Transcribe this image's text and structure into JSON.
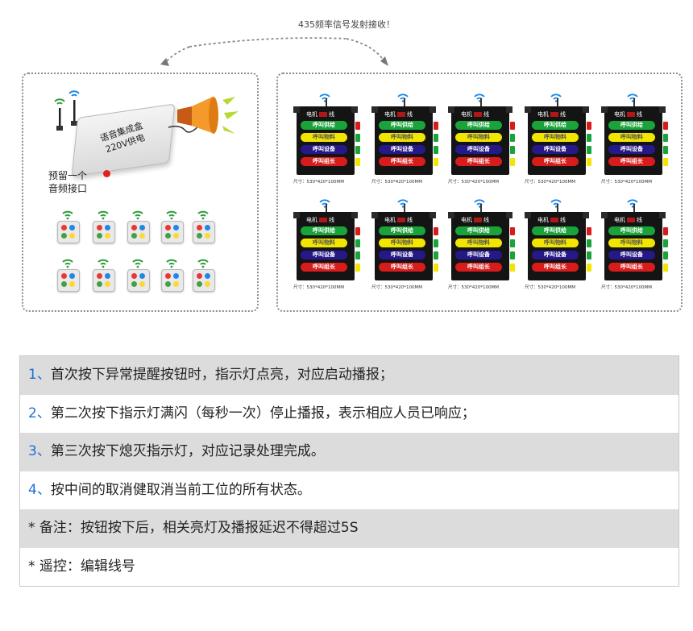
{
  "signal_label": "435频率信号发射接收！",
  "voice_box": {
    "line1": "语音集成盒",
    "line2": "220V供电"
  },
  "reserve_label": {
    "line1": "预留一个",
    "line2": "音频接口"
  },
  "wireless_buttons": {
    "count": 10,
    "dot_colors": [
      "#e53935",
      "#1e88e5",
      "#43a047",
      "#fdd835"
    ]
  },
  "boards": [
    {
      "header_left": "电机",
      "header_right": "线",
      "buttons": [
        "呼叫供给",
        "呼叫物料",
        "呼叫设备",
        "呼叫组长"
      ],
      "size": "尺寸：530*420*100MM"
    },
    {
      "header_left": "电机",
      "header_right": "线",
      "buttons": [
        "呼叫供给",
        "呼叫物料",
        "呼叫设备",
        "呼叫组长"
      ],
      "size": "尺寸：530*420*100MM"
    },
    {
      "header_left": "电机",
      "header_right": "线",
      "buttons": [
        "呼叫供给",
        "呼叫物料",
        "呼叫设备",
        "呼叫组长"
      ],
      "size": "尺寸：530*420*100MM"
    },
    {
      "header_left": "电机",
      "header_right": "线",
      "buttons": [
        "呼叫供给",
        "呼叫物料",
        "呼叫设备",
        "呼叫组长"
      ],
      "size": "尺寸：530*420*100MM"
    },
    {
      "header_left": "电机",
      "header_right": "线",
      "buttons": [
        "呼叫供给",
        "呼叫物料",
        "呼叫设备",
        "呼叫组长"
      ],
      "size": "尺寸：530*420*100MM"
    },
    {
      "header_left": "电机",
      "header_right": "线",
      "buttons": [
        "呼叫供给",
        "呼叫物料",
        "呼叫设备",
        "呼叫组长"
      ],
      "size": "尺寸：530*420*100MM"
    },
    {
      "header_left": "电机",
      "header_right": "线",
      "buttons": [
        "呼叫供给",
        "呼叫物料",
        "呼叫设备",
        "呼叫组长"
      ],
      "size": "尺寸：530*420*100MM"
    },
    {
      "header_left": "电机",
      "header_right": "线",
      "buttons": [
        "呼叫供给",
        "呼叫物料",
        "呼叫设备",
        "呼叫组长"
      ],
      "size": "尺寸：530*420*100MM"
    },
    {
      "header_left": "电机",
      "header_right": "线",
      "buttons": [
        "呼叫供给",
        "呼叫物料",
        "呼叫设备",
        "呼叫组长"
      ],
      "size": "尺寸：530*420*100MM"
    },
    {
      "header_left": "电机",
      "header_right": "线",
      "buttons": [
        "呼叫供给",
        "呼叫物料",
        "呼叫设备",
        "呼叫组长"
      ],
      "size": "尺寸：530*420*100MM"
    }
  ],
  "board_button_colors": [
    "#1aa33a",
    "#f2e600",
    "#27188a",
    "#d81b1b"
  ],
  "board_side_colors": [
    "#d81b1b",
    "#1aa33a",
    "#1aa33a",
    "#f2e600"
  ],
  "instructions": [
    {
      "num": "1、",
      "text": "首次按下异常提醒按钮时，指示灯点亮，对应启动播报；"
    },
    {
      "num": "2、",
      "text": "第二次按下指示灯满闪（每秒一次）停止播报，表示相应人员已响应；"
    },
    {
      "num": "3、",
      "text": "第三次按下熄灭指示灯，对应记录处理完成。"
    },
    {
      "num": "4、",
      "text": "按中间的取消健取消当前工位的所有状态。"
    },
    {
      "num": "",
      "text": "* 备注：按钮按下后，相关亮灯及播报延迟不得超过5S"
    },
    {
      "num": "",
      "text": "* 遥控：编辑线号"
    }
  ],
  "colors": {
    "accent_blue": "#1f6fd6",
    "row_gray": "#dcdcdc",
    "wifi_green": "#2e9e3a",
    "wifi_blue": "#1e88e5"
  }
}
